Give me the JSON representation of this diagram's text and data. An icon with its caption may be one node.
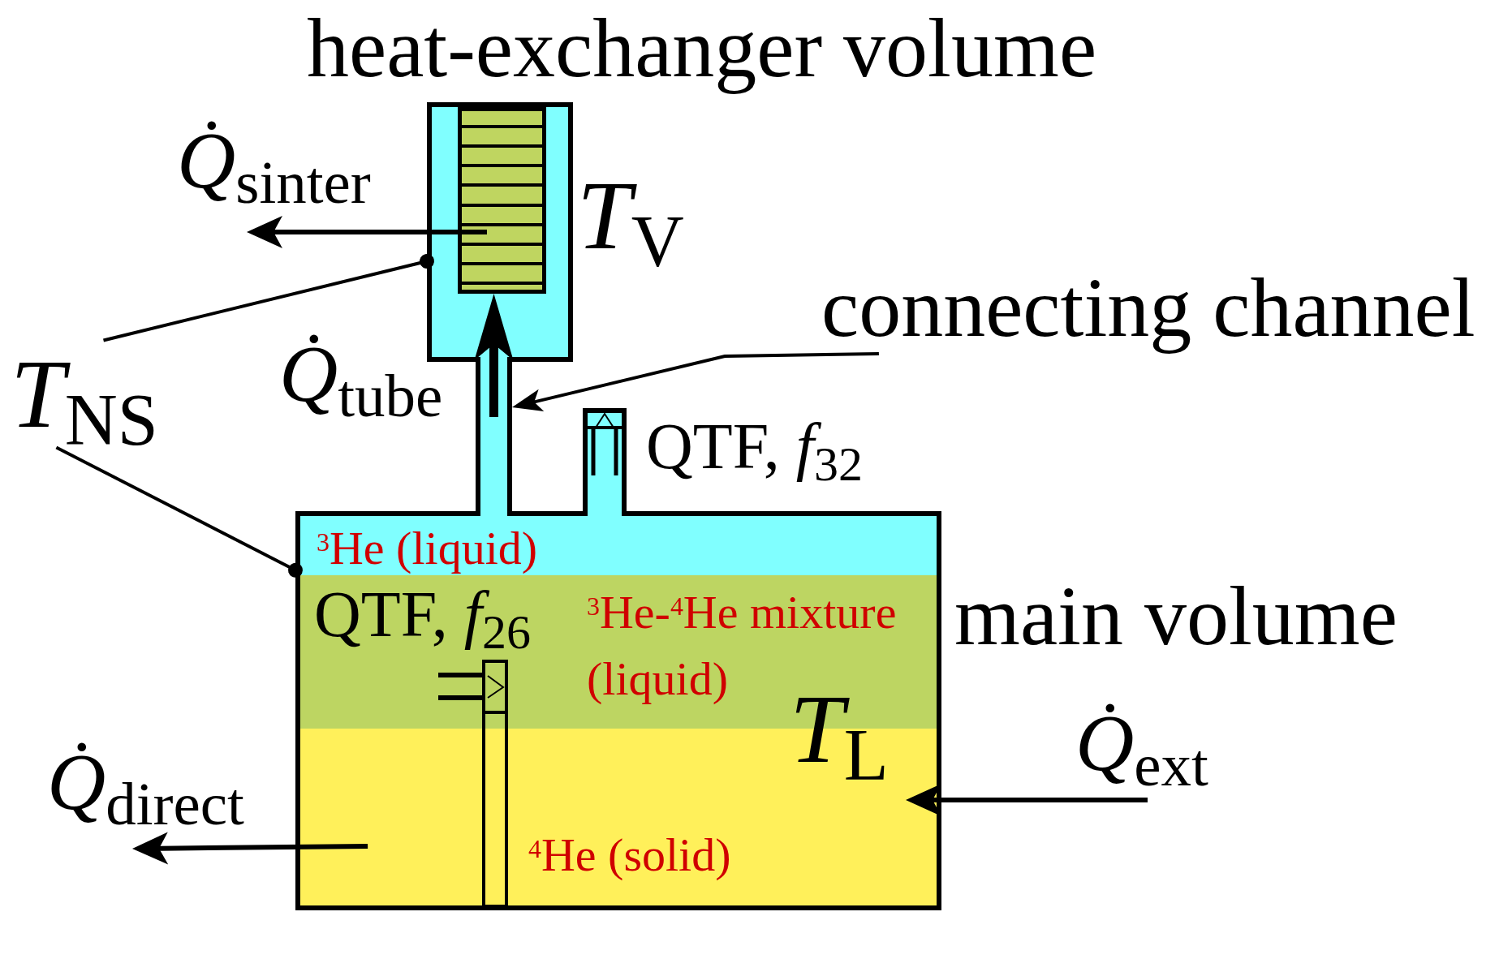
{
  "diagram": {
    "nodes": [
      {
        "text": [
          "heat-exchanger volume"
        ],
        "beside": [
          "*T*$_{V}$"
        ]
      },
      {
        "text": [],
        "shape": "box",
        "in": 0
      },
      {
        "text": [],
        "shape": "box"
      },
      {
        "text": [
          "connecting channel"
        ]
      },
      {
        "text": [
          "*T*$_{NS}$"
        ]
      },
      {
        "text": [
          "main volume"
        ]
      },
      {
        "text": [
          "$^{3}$He (liquid)"
        ],
        "in": 5
      },
      {
        "text": [
          "$^{3}$He-$^{4}$He mixture (liquid)"
        ],
        "in": 5
      },
      {
        "text": [
          "*T*$_{L}$",
          "$^{4}$He (solid)"
        ],
        "in": 5
      }
    ],
    "edges": [
      {
        "from": 1,
        "to": null,
        "arrow": "to",
        "label": "*Q̇*$_{sinter}$"
      },
      {
        "from": 2,
        "to": 1,
        "arrow": "to",
        "label": "*Q̇*$_{tube}$",
        "style": "thick"
      },
      {
        "from": 3,
        "to": 2,
        "arrow": "to"
      },
      {
        "from": 4,
        "to": 0,
        "arrow": "other"
      },
      {
        "from": 4,
        "to": 5,
        "arrow": "other"
      },
      {
        "from": 8,
        "to": null,
        "arrow": "to",
        "label": "*Q̇*$_{direct}$"
      },
      {
        "from": null,
        "to": 8,
        "arrow": "to",
        "label": "*Q̇*$_{ext}$"
      }
    ],
    "labels": [
      "QTF, *f*$_{32}$",
      "QTF, *f*$_{26}$"
    ]
  }
}
